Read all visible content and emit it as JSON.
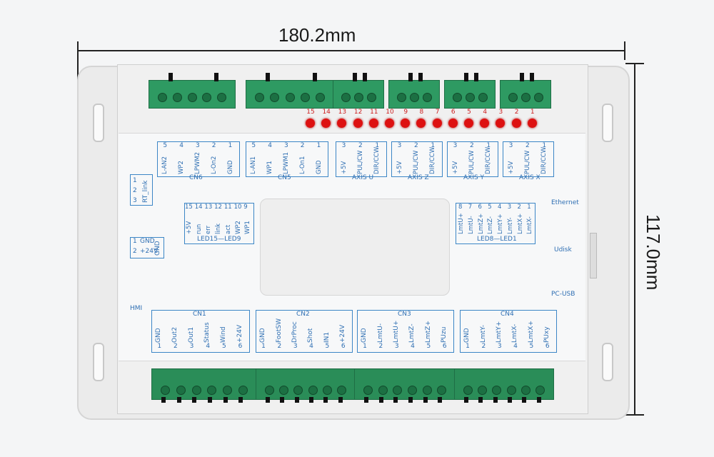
{
  "dimensions": {
    "width": "180.2mm",
    "height": "117.0mm"
  },
  "led_numbers": [
    "15",
    "14",
    "13",
    "12",
    "11",
    "10",
    "9",
    "8",
    "7",
    "6",
    "5",
    "4",
    "3",
    "2",
    "1"
  ],
  "top_connectors": [
    {
      "name": "CN6",
      "pins": [
        "5",
        "4",
        "3",
        "2",
        "1"
      ],
      "labels": [
        "L-AN2",
        "WP2",
        "LPWM2",
        "L-On2",
        "GND"
      ]
    },
    {
      "name": "CN5",
      "pins": [
        "5",
        "4",
        "3",
        "2",
        "1"
      ],
      "labels": [
        "L-AN1",
        "WP1",
        "LPWM1",
        "L-On1",
        "GND"
      ]
    },
    {
      "name": "AXIS U",
      "pins": [
        "3",
        "2",
        "1"
      ],
      "labels": [
        "+5V",
        "PUL/CW",
        "DIR/CCW"
      ]
    },
    {
      "name": "AXIS Z",
      "pins": [
        "3",
        "2",
        "1"
      ],
      "labels": [
        "+5V",
        "PUL/CW",
        "DIR/CCW"
      ]
    },
    {
      "name": "AXIS Y",
      "pins": [
        "3",
        "2",
        "1"
      ],
      "labels": [
        "+5V",
        "PUL/CW",
        "DIR/CCW"
      ]
    },
    {
      "name": "AXIS X",
      "pins": [
        "3",
        "2",
        "1"
      ],
      "labels": [
        "+5V",
        "PUL/CW",
        "DIR/CCW"
      ]
    }
  ],
  "rtlink": {
    "pins": [
      "3",
      "2",
      "1"
    ],
    "label": "RT_link"
  },
  "power": {
    "pins": [
      "2",
      "1"
    ],
    "labels": [
      "GND",
      "+24V"
    ],
    "side": "GND"
  },
  "led_left": {
    "name": "LED15—LED9",
    "pins": [
      "15",
      "14",
      "13",
      "12",
      "11",
      "10",
      "9"
    ],
    "labels": [
      "+5V",
      "run",
      "err",
      "link",
      "act",
      "WP2",
      "WP1"
    ]
  },
  "led_right": {
    "name": "LED8—LED1",
    "pins": [
      "8",
      "7",
      "6",
      "5",
      "4",
      "3",
      "2",
      "1"
    ],
    "labels": [
      "LmtU+",
      "LmtU-",
      "LmtZ+",
      "LmtZ-",
      "LmtY+",
      "LmtY-",
      "LmtX+",
      "LmtX-"
    ]
  },
  "side_labels": {
    "ethernet": "Ethernet",
    "udisk": "Udisk",
    "pcusb": "PC-USB",
    "hmi": "HMI"
  },
  "bottom_connectors": [
    {
      "name": "CN1",
      "pins": [
        "1",
        "2",
        "3",
        "4",
        "5",
        "6"
      ],
      "labels": [
        "GND",
        "Out2",
        "Out1",
        "Status",
        "Wind",
        "+24V"
      ]
    },
    {
      "name": "CN2",
      "pins": [
        "1",
        "2",
        "3",
        "4",
        "5",
        "6"
      ],
      "labels": [
        "GND",
        "FootSW",
        "DrProc",
        "Shot",
        "IN1",
        "+24V"
      ]
    },
    {
      "name": "CN3",
      "pins": [
        "1",
        "2",
        "3",
        "4",
        "5",
        "6"
      ],
      "labels": [
        "GND",
        "LmtU-",
        "LmtU+",
        "LmtZ-",
        "LmtZ+",
        "PUzu"
      ]
    },
    {
      "name": "CN4",
      "pins": [
        "1",
        "2",
        "3",
        "4",
        "5",
        "6"
      ],
      "labels": [
        "GND",
        "LmtY-",
        "LmtY+",
        "LmtX-",
        "LmtX+",
        "PUxy"
      ]
    }
  ],
  "colors": {
    "terminal": "#2e9a62",
    "led": "#dd1111",
    "label_text": "#2f6fb3",
    "case": "#ebebeb"
  }
}
